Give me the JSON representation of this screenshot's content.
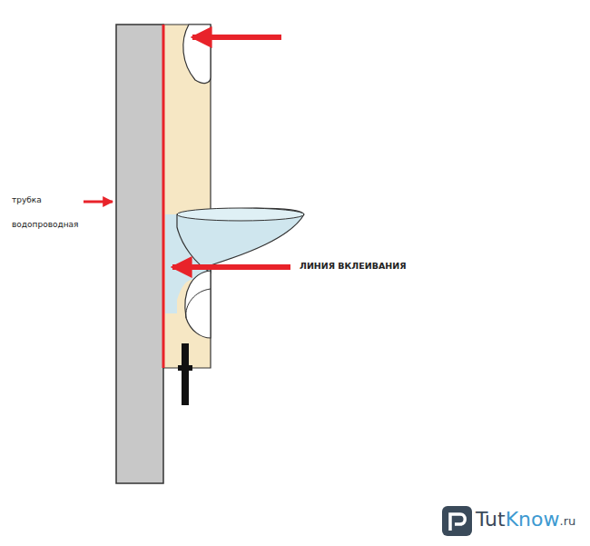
{
  "diagram": {
    "labels": [
      "трубка водопроводная",
      "ЛИНИЯ ВКЛЕИВАНИЯ",
      "Tut",
      "Know",
      ".ru"
    ]
  }
}
